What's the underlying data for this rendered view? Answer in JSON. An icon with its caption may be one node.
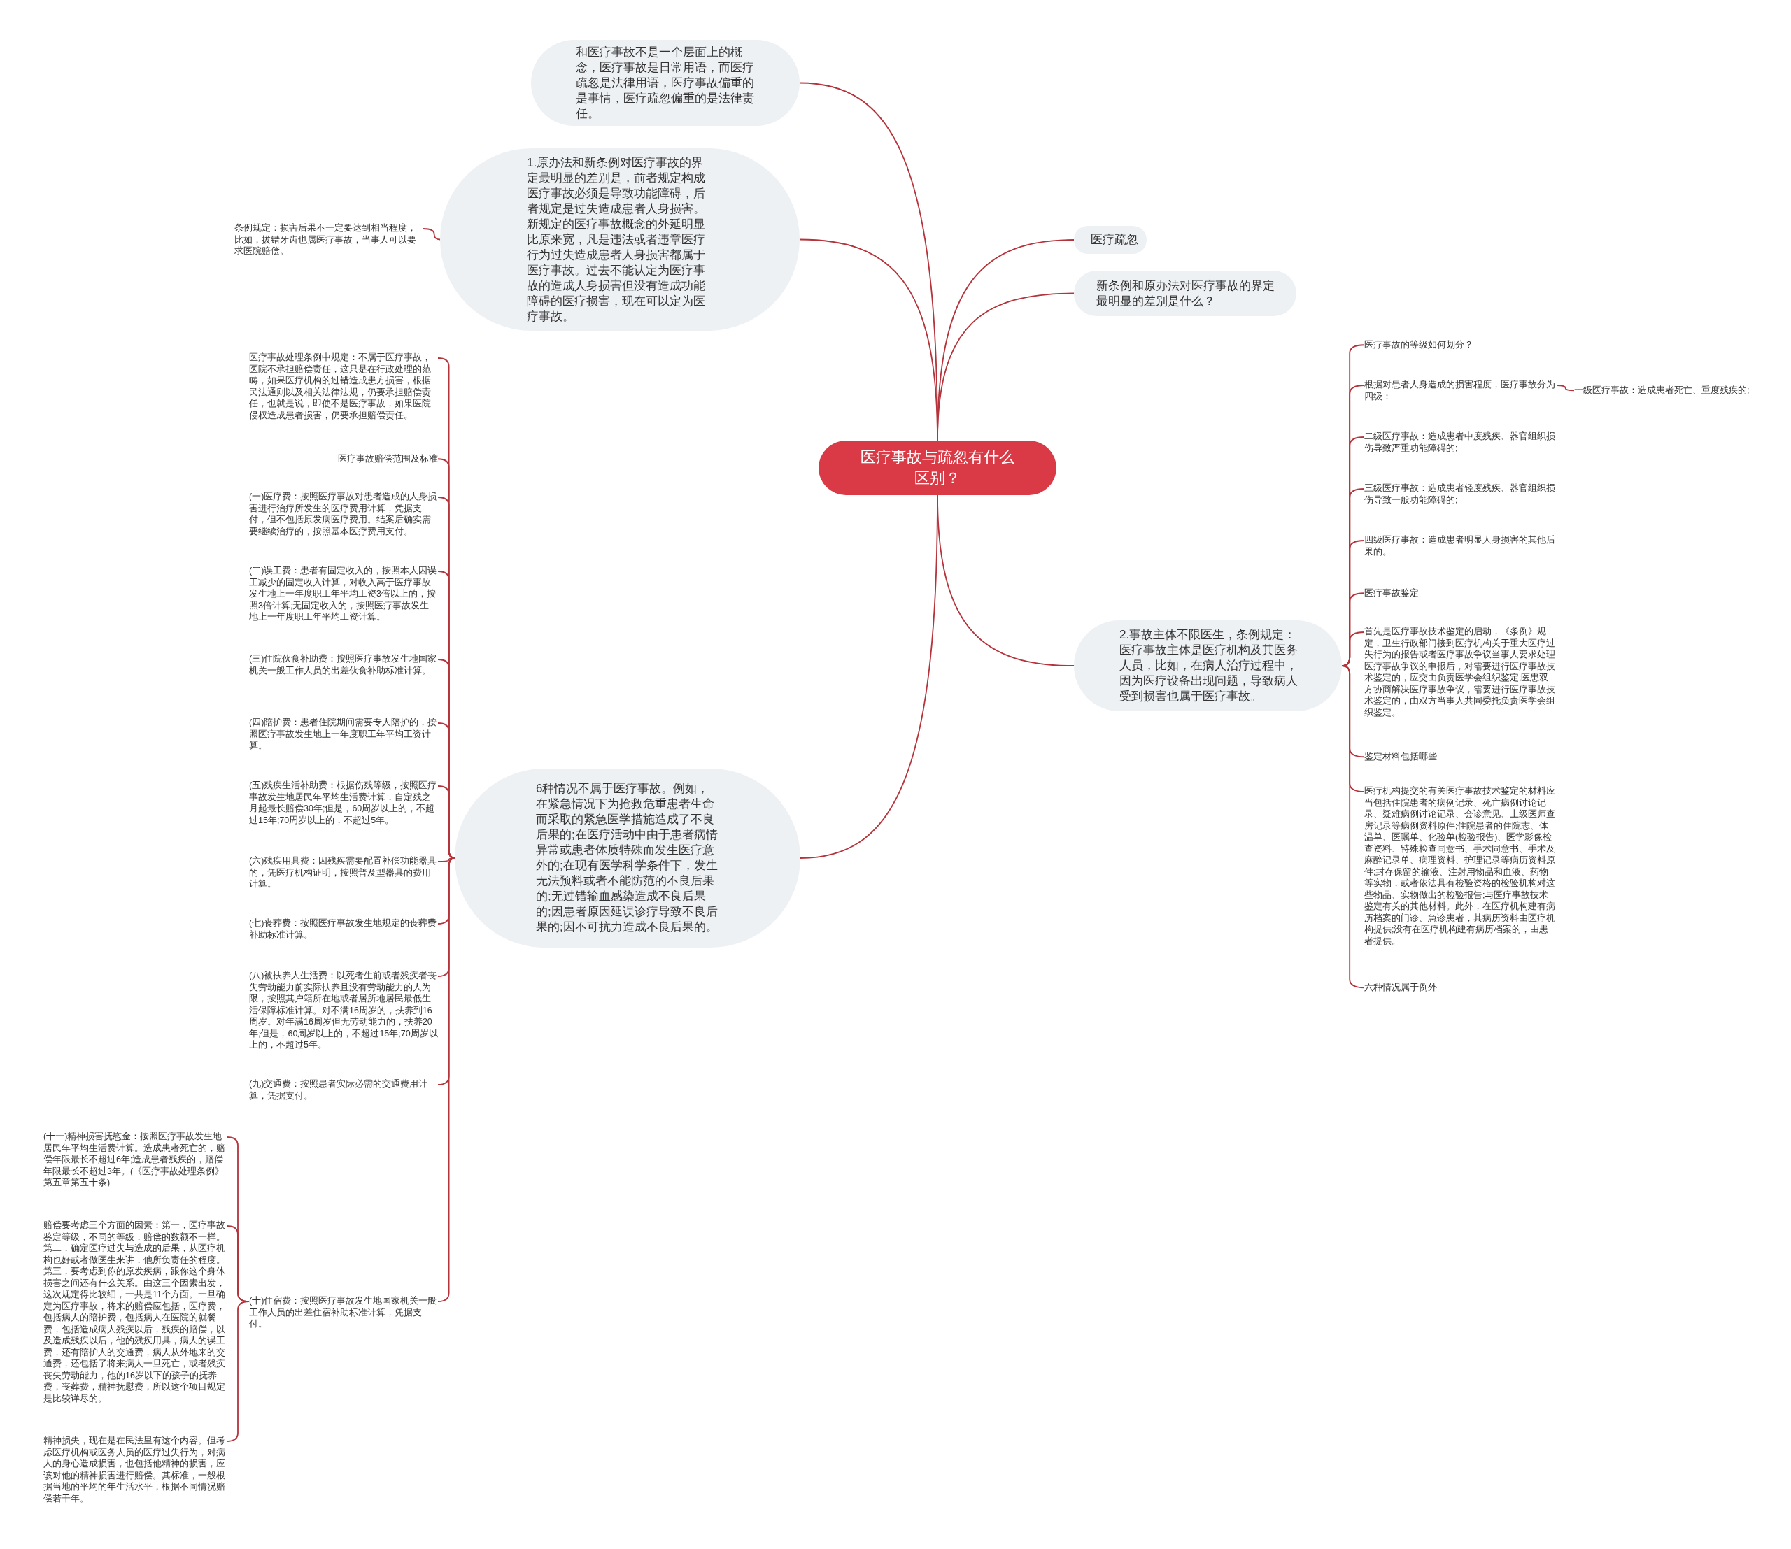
{
  "diagram": {
    "nodes": [
      {
        "text": [
          "医疗事故与疏忽有什么区别？"
        ]
      },
      {
        "text": [
          "和医疗事故不是一个层面上的概念，医疗事故是日常用语，而医疗疏忽是法律用语，医疗事故偏重的是事情，医疗疏忽偏重的是法律责任。"
        ]
      },
      {
        "text": [
          "1.原办法和新条例对医疗事故的界定最明显的差别是，前者规定构成医疗事故必须是导致功能障碍，后者规定是过失造成患者人身损害。新规定的医疗事故概念的外延明显比原来宽，凡是违法或者违章医疗行为过失造成患者人身损害都属于医疗事故。过去不能认定为医疗事故的造成人身损害但没有造成功能障碍的医疗损害，现在可以定为医疗事故。"
        ]
      },
      {
        "text": [
          "条例规定：损害后果不一定要达到相当程度，比如，拔错牙齿也属医疗事故，当事人可以要求医院赔偿。"
        ]
      },
      {
        "text": [
          "医疗疏忽"
        ]
      },
      {
        "text": [
          "新条例和原办法对医疗事故的界定最明显的差别是什么？"
        ]
      },
      {
        "text": [
          "2.事故主体不限医生，条例规定：医疗事故主体是医疗机构及其医务人员，比如，在病人治疗过程中，因为医疗设备出现问题，导致病人受到损害也属于医疗事故。"
        ]
      },
      {
        "text": [
          "医疗事故的等级如何划分？"
        ]
      },
      {
        "text": [
          "根据对患者人身造成的损害程度，医疗事故分为四级："
        ]
      },
      {
        "text": [
          "一级医疗事故：造成患者死亡、重度残疾的;"
        ]
      },
      {
        "text": [
          "二级医疗事故：造成患者中度残疾、器官组织损伤导致严重功能障碍的;"
        ]
      },
      {
        "text": [
          "三级医疗事故：造成患者轻度残疾、器官组织损伤导致一般功能障碍的;"
        ]
      },
      {
        "text": [
          "四级医疗事故：造成患者明显人身损害的其他后果的。"
        ]
      },
      {
        "text": [
          "医疗事故鉴定"
        ]
      },
      {
        "text": [
          "首先是医疗事故技术鉴定的启动，《条例》规定，卫生行政部门接到医疗机构关于重大医疗过失行为的报告或者医疗事故争议当事人要求处理医疗事故争议的申报后，对需要进行医疗事故技术鉴定的，应交由负责医学会组织鉴定;医患双方协商解决医疗事故争议，需要进行医疗事故技术鉴定的，由双方当事人共同委托负责医学会组织鉴定。"
        ]
      },
      {
        "text": [
          "鉴定材料包括哪些"
        ]
      },
      {
        "text": [
          "医疗机构提交的有关医疗事故技术鉴定的材料应当包括住院患者的病例记录、死亡病例讨论记录、疑难病例讨论记录、会诊意见、上级医师查房记录等病例资料原件;住院患者的住院志、体温单、医嘱单、化验单(检验报告)、医学影像检查资料、特殊检查同意书、手术同意书、手术及麻醉记录单、病理资料、护理记录等病历资料原件;封存保留的输液、注射用物品和血液、药物等实物，或者依法具有检验资格的检验机构对这些物品、实物做出的检验报告;与医疗事故技术鉴定有关的其他材料。此外，在医疗机构建有病历档案的门诊、急诊患者，其病历资料由医疗机构提供;没有在医疗机构建有病历档案的，由患者提供。"
        ]
      },
      {
        "text": [
          "六种情况属于例外"
        ]
      },
      {
        "text": [
          "6种情况不属于医疗事故。例如，在紧急情况下为抢救危重患者生命而采取的紧急医学措施造成了不良后果的;在医疗活动中由于患者病情异常或患者体质特殊而发生医疗意外的;在现有医学科学条件下，发生无法预料或者不能防范的不良后果的;无过错输血感染造成不良后果的;因患者原因延误诊疗导致不良后果的;因不可抗力造成不良后果的。"
        ]
      },
      {
        "text": [
          "医疗事故处理条例中规定：不属于医疗事故，医院不承担赔偿责任，这只是在行政处理的范畴，如果医疗机构的过错造成患方损害，根据民法通则以及相关法律法规，仍要承担赔偿责任，也就是说，即使不是医疗事故，如果医院侵权造成患者损害，仍要承担赔偿责任。"
        ]
      },
      {
        "text": [
          "医疗事故赔偿范围及标准"
        ]
      },
      {
        "text": [
          "(一)医疗费：按照医疗事故对患者造成的人身损害进行治疗所发生的医疗费用计算，凭据支付，但不包括原发病医疗费用。结案后确实需要继续治疗的，按照基本医疗费用支付。"
        ]
      },
      {
        "text": [
          "(二)误工费：患者有固定收入的，按照本人因误工减少的固定收入计算，对收入高于医疗事故发生地上一年度职工年平均工资3倍以上的，按照3倍计算;无固定收入的，按照医疗事故发生地上一年度职工年平均工资计算。"
        ]
      },
      {
        "text": [
          "(三)住院伙食补助费：按照医疗事故发生地国家机关一般工作人员的出差伙食补助标准计算。"
        ]
      },
      {
        "text": [
          "(四)陪护费：患者住院期间需要专人陪护的，按照医疗事故发生地上一年度职工年平均工资计算。"
        ]
      },
      {
        "text": [
          "(五)残疾生活补助费：根据伤残等级，按照医疗事故发生地居民年平均生活费计算，自定残之月起最长赔偿30年;但是，60周岁以上的，不超过15年;70周岁以上的，不超过5年。"
        ]
      },
      {
        "text": [
          "(六)残疾用具费：因残疾需要配置补偿功能器具的，凭医疗机构证明，按照普及型器具的费用计算。"
        ]
      },
      {
        "text": [
          "(七)丧葬费：按照医疗事故发生地规定的丧葬费补助标准计算。"
        ]
      },
      {
        "text": [
          "(八)被扶养人生活费：以死者生前或者残疾者丧失劳动能力前实际扶养且没有劳动能力的人为限，按照其户籍所在地或者居所地居民最低生活保障标准计算。对不满16周岁的，扶养到16周岁。对年满16周岁但无劳动能力的，扶养20年;但是，60周岁以上的，不超过15年;70周岁以上的，不超过5年。"
        ]
      },
      {
        "text": [
          "(九)交通费：按照患者实际必需的交通费用计算，凭据支付。"
        ]
      },
      {
        "text": [
          "(十)住宿费：按照医疗事故发生地国家机关一般工作人员的出差住宿补助标准计算，凭据支付。"
        ]
      },
      {
        "text": [
          "(十一)精神损害抚慰金：按照医疗事故发生地居民年平均生活费计算。造成患者死亡的，赔偿年限最长不超过6年;造成患者残疾的，赔偿年限最长不超过3年。(《医疗事故处理条例》第五章第五十条)"
        ]
      },
      {
        "text": [
          "赔偿要考虑三个方面的因素：第一，医疗事故鉴定等级，不同的等级，赔偿的数额不一样。第二，确定医疗过失与造成的后果，从医疗机构也好或者做医生来讲，他所负责任的程度。第三，要考虑到你的原发疾病，跟你这个身体损害之间还有什么关系。由这三个因素出发，这次规定得比较细，一共是11个方面。一旦确定为医疗事故，将来的赔偿应包括，医疗费，包括病人的陪护费，包括病人在医院的就餐费，包括造成病人残疾以后，残疾的赔偿，以及造成残疾以后，他的残疾用具，病人的误工费，还有陪护人的交通费，病人从外地来的交通费，还包括了将来病人一旦死亡，或者残疾丧失劳动能力，他的16岁以下的孩子的抚养费，丧葬费，精神抚慰费，所以这个项目规定是比较详尽的。"
        ]
      },
      {
        "text": [
          "精神损失，现在是在民法里有这个内容。但考虑医疗机构或医务人员的医疗过失行为，对病人的身心造成损害，也包括他精神的损害，应该对他的精神损害进行赔偿。其标准，一般根据当地的平均的年生活水平，根据不同情况赔偿若干年。"
        ]
      }
    ],
    "edges": [
      {
        "from": 0,
        "to": 1,
        "arrow": "none"
      },
      {
        "from": 0,
        "to": 2,
        "arrow": "none"
      },
      {
        "from": 2,
        "to": 3,
        "arrow": "none"
      },
      {
        "from": 0,
        "to": 4,
        "arrow": "none"
      },
      {
        "from": 0,
        "to": 5,
        "arrow": "none"
      },
      {
        "from": 0,
        "to": 6,
        "arrow": "none"
      },
      {
        "from": 6,
        "to": 7,
        "arrow": "none"
      },
      {
        "from": 6,
        "to": 8,
        "arrow": "none"
      },
      {
        "from": 8,
        "to": 9,
        "arrow": "none"
      },
      {
        "from": 6,
        "to": 10,
        "arrow": "none"
      },
      {
        "from": 6,
        "to": 11,
        "arrow": "none"
      },
      {
        "from": 6,
        "to": 12,
        "arrow": "none"
      },
      {
        "from": 6,
        "to": 13,
        "arrow": "none"
      },
      {
        "from": 6,
        "to": 14,
        "arrow": "none"
      },
      {
        "from": 6,
        "to": 15,
        "arrow": "none"
      },
      {
        "from": 6,
        "to": 16,
        "arrow": "none"
      },
      {
        "from": 6,
        "to": 17,
        "arrow": "none"
      },
      {
        "from": 0,
        "to": 18,
        "arrow": "none"
      },
      {
        "from": 18,
        "to": 19,
        "arrow": "none"
      },
      {
        "from": 18,
        "to": 20,
        "arrow": "none"
      },
      {
        "from": 18,
        "to": 21,
        "arrow": "none"
      },
      {
        "from": 18,
        "to": 22,
        "arrow": "none"
      },
      {
        "from": 18,
        "to": 23,
        "arrow": "none"
      },
      {
        "from": 18,
        "to": 24,
        "arrow": "none"
      },
      {
        "from": 18,
        "to": 25,
        "arrow": "none"
      },
      {
        "from": 18,
        "to": 26,
        "arrow": "none"
      },
      {
        "from": 18,
        "to": 27,
        "arrow": "none"
      },
      {
        "from": 18,
        "to": 28,
        "arrow": "none"
      },
      {
        "from": 18,
        "to": 29,
        "arrow": "none"
      },
      {
        "from": 18,
        "to": 30,
        "arrow": "none"
      },
      {
        "from": 30,
        "to": 31,
        "arrow": "none"
      },
      {
        "from": 30,
        "to": 32,
        "arrow": "none"
      },
      {
        "from": 30,
        "to": 33,
        "arrow": "none"
      }
    ]
  }
}
